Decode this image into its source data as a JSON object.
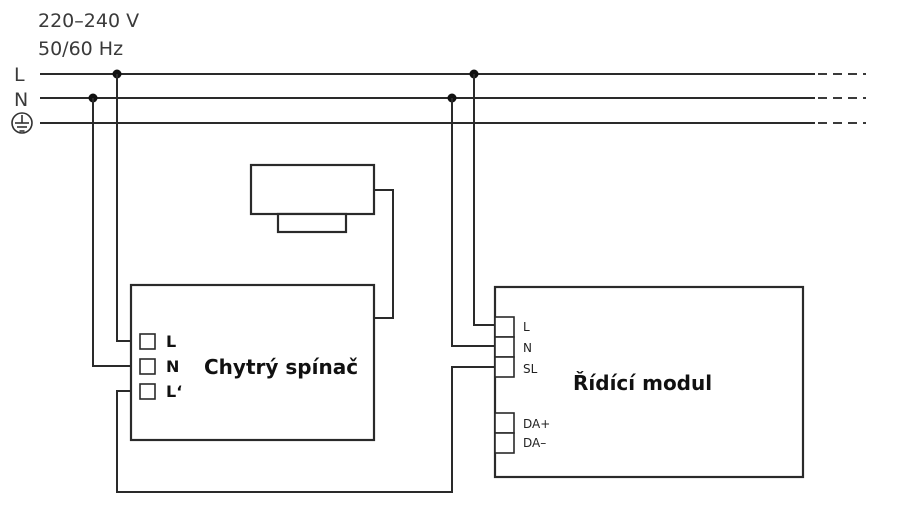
{
  "supply": {
    "voltage": "220–240 V",
    "frequency": "50/60 Hz"
  },
  "lines": {
    "live": "L",
    "neutral": "N",
    "earth_icon": "protective-earth-icon"
  },
  "smart_switch": {
    "title": "Chytrý spínač",
    "terminals": [
      "L",
      "N",
      "L‘"
    ]
  },
  "control_module": {
    "title": "Řídící modul",
    "terminals": [
      "L",
      "N",
      "SL",
      "DA+",
      "DA–"
    ]
  },
  "load": {
    "icon": "luminaire-icon"
  }
}
